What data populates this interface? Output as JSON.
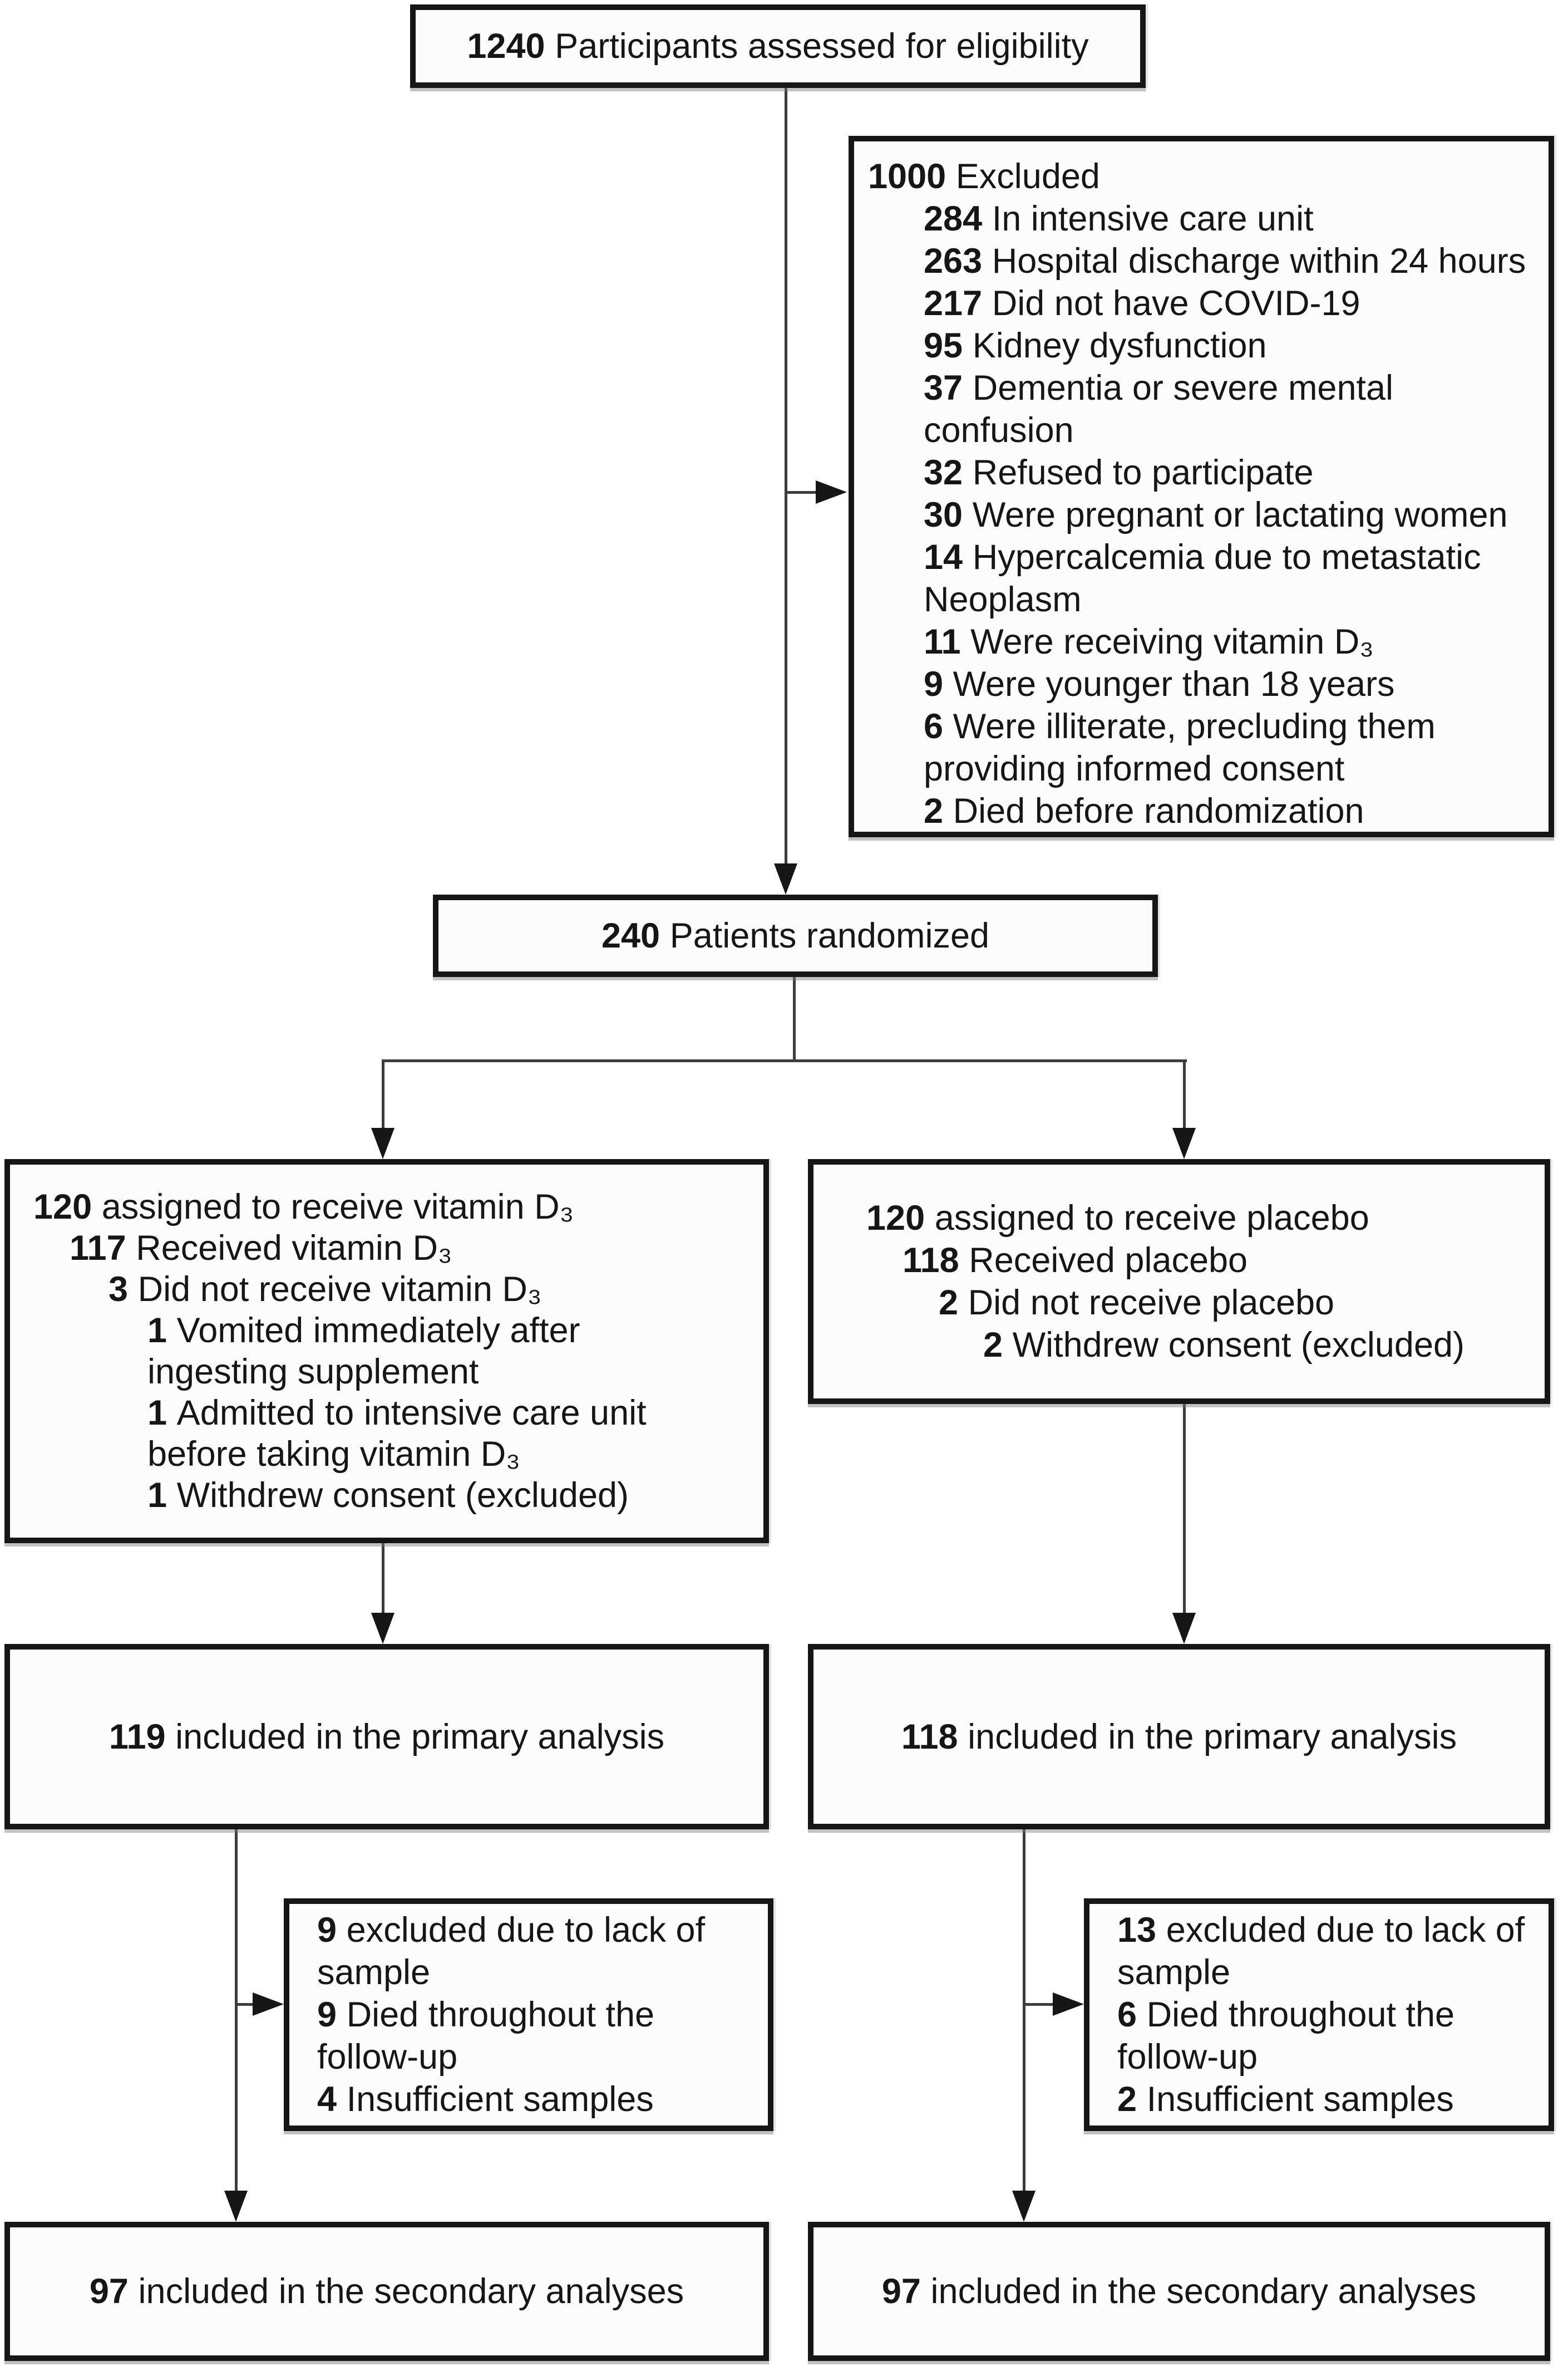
{
  "diagram": {
    "eligibility": {
      "n": "1240",
      "text": "Participants assessed for eligibility"
    },
    "excluded": {
      "n": "1000",
      "label": "Excluded",
      "items": [
        {
          "n": "284",
          "text": "In intensive care unit"
        },
        {
          "n": "263",
          "text": "Hospital discharge within 24 hours"
        },
        {
          "n": "217",
          "text": "Did not have COVID-19"
        },
        {
          "n": "95",
          "text": "Kidney dysfunction"
        },
        {
          "n": "37",
          "text": "Dementia or severe mental confusion"
        },
        {
          "n": "32",
          "text": "Refused to participate"
        },
        {
          "n": "30",
          "text": "Were pregnant or lactating women"
        },
        {
          "n": "14",
          "text": "Hypercalcemia due to metastatic Neoplasm"
        },
        {
          "n": "11",
          "text": "Were receiving vitamin D₃"
        },
        {
          "n": "9",
          "text": "Were younger than 18 years"
        },
        {
          "n": "6",
          "text": "Were illiterate, precluding them providing informed consent"
        },
        {
          "n": "2",
          "text": "Died before randomization"
        }
      ]
    },
    "randomized": {
      "n": "240",
      "text": "Patients randomized"
    },
    "vitamin_arm": {
      "items": [
        {
          "n": "120",
          "text": "assigned to receive vitamin D₃"
        },
        {
          "n": "117",
          "text": "Received vitamin D₃"
        },
        {
          "n": "3",
          "text": "Did not receive vitamin D₃"
        },
        {
          "n": "1",
          "text": "Vomited immediately after ingesting supplement"
        },
        {
          "n": "1",
          "text": "Admitted to intensive care unit before taking vitamin D₃"
        },
        {
          "n": "1",
          "text": "Withdrew consent (excluded)"
        }
      ]
    },
    "placebo_arm": {
      "items": [
        {
          "n": "120",
          "text": "assigned to receive placebo"
        },
        {
          "n": "118",
          "text": "Received placebo"
        },
        {
          "n": "2",
          "text": "Did not receive placebo"
        },
        {
          "n": "2",
          "text": "Withdrew consent (excluded)"
        }
      ]
    },
    "primary_left": {
      "n": "119",
      "text": "included in the primary analysis"
    },
    "primary_right": {
      "n": "118",
      "text": "included in the primary analysis"
    },
    "attrition_left": {
      "items": [
        {
          "n": "9",
          "text": "excluded due to lack of sample"
        },
        {
          "n": "9",
          "text": "Died throughout the follow-up"
        },
        {
          "n": "4",
          "text": "Insufficient samples"
        }
      ]
    },
    "attrition_right": {
      "items": [
        {
          "n": "13",
          "text": "excluded due to lack of sample"
        },
        {
          "n": "6",
          "text": "Died throughout the follow-up"
        },
        {
          "n": "2",
          "text": "Insufficient samples"
        }
      ]
    },
    "secondary_left": {
      "n": "97",
      "text": "included in the secondary analyses"
    },
    "secondary_right": {
      "n": "97",
      "text": "included in the secondary analyses"
    }
  }
}
